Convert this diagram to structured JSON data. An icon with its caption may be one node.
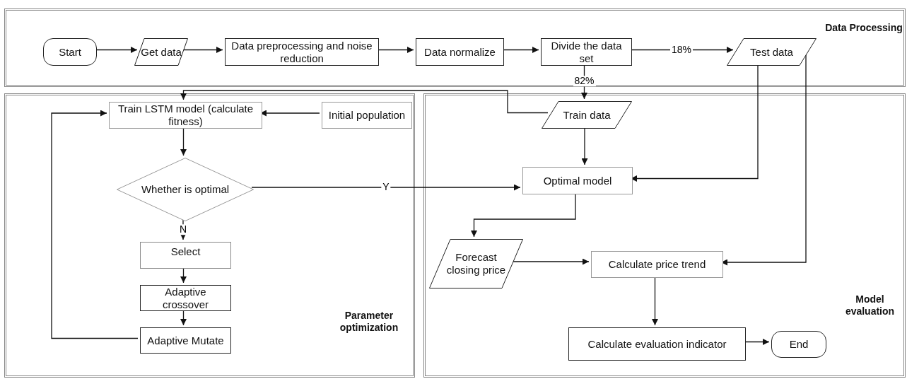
{
  "diagram": {
    "nodes": [
      {
        "text": [
          "Data Processing"
        ]
      },
      {
        "text": [
          "Start"
        ],
        "in": 0
      },
      {
        "text": [
          "Get data"
        ],
        "in": 0
      },
      {
        "text": [
          "Data preprocessing and noise reduction"
        ],
        "in": 0
      },
      {
        "text": [
          "Data normalize"
        ],
        "in": 0
      },
      {
        "text": [
          "Divide the data set"
        ],
        "in": 0
      },
      {
        "text": [
          "Test data"
        ],
        "in": 0
      },
      {
        "text": [
          "Parameter optimization"
        ]
      },
      {
        "text": [
          "Train LSTM model (calculate fitness)"
        ],
        "in": 7
      },
      {
        "text": [
          "Initial population"
        ],
        "in": 7
      },
      {
        "text": [
          "Whether is optimal"
        ],
        "in": 7
      },
      {
        "text": [
          "Select"
        ],
        "in": 7
      },
      {
        "text": [
          "Adaptive crossover"
        ],
        "in": 7
      },
      {
        "text": [
          "Adaptive Mutate"
        ],
        "in": 7
      },
      {
        "text": [
          "Model evaluation"
        ]
      },
      {
        "text": [
          "Train data"
        ],
        "in": 14
      },
      {
        "text": [
          "Optimal model"
        ],
        "in": 14
      },
      {
        "text": [
          "Forecast closing price"
        ],
        "in": 14
      },
      {
        "text": [
          "Calculate price trend"
        ],
        "in": 14
      },
      {
        "text": [
          "Calculate evaluation indicator"
        ],
        "in": 14
      },
      {
        "text": [
          "End"
        ],
        "in": 14
      }
    ],
    "edges": [
      {
        "from": 1,
        "to": 2,
        "arrow": "to"
      },
      {
        "from": 2,
        "to": 3,
        "arrow": "to"
      },
      {
        "from": 3,
        "to": 4,
        "arrow": "to"
      },
      {
        "from": 4,
        "to": 5,
        "arrow": "to"
      },
      {
        "from": 5,
        "to": 6,
        "arrow": "to",
        "label": "18%"
      },
      {
        "from": 5,
        "to": 15,
        "arrow": "to",
        "label": "82%"
      },
      {
        "from": 15,
        "to": 8,
        "arrow": "to"
      },
      {
        "from": 9,
        "to": 8,
        "arrow": "to"
      },
      {
        "from": 8,
        "to": 10,
        "arrow": "to"
      },
      {
        "from": 10,
        "to": 16,
        "arrow": "to",
        "label": "Y"
      },
      {
        "from": 10,
        "to": 11,
        "arrow": "to",
        "label": "N"
      },
      {
        "from": 11,
        "to": 12,
        "arrow": "to"
      },
      {
        "from": 12,
        "to": 13,
        "arrow": "to"
      },
      {
        "from": 13,
        "to": 8,
        "arrow": "to"
      },
      {
        "from": 15,
        "to": 16,
        "arrow": "to"
      },
      {
        "from": 6,
        "to": 16,
        "arrow": "to"
      },
      {
        "from": 6,
        "to": 18,
        "arrow": "to"
      },
      {
        "from": 16,
        "to": 17,
        "arrow": "to"
      },
      {
        "from": 17,
        "to": 18,
        "arrow": "to"
      },
      {
        "from": 18,
        "to": 19,
        "arrow": "to"
      },
      {
        "from": 19,
        "to": 20,
        "arrow": "to"
      }
    ]
  }
}
